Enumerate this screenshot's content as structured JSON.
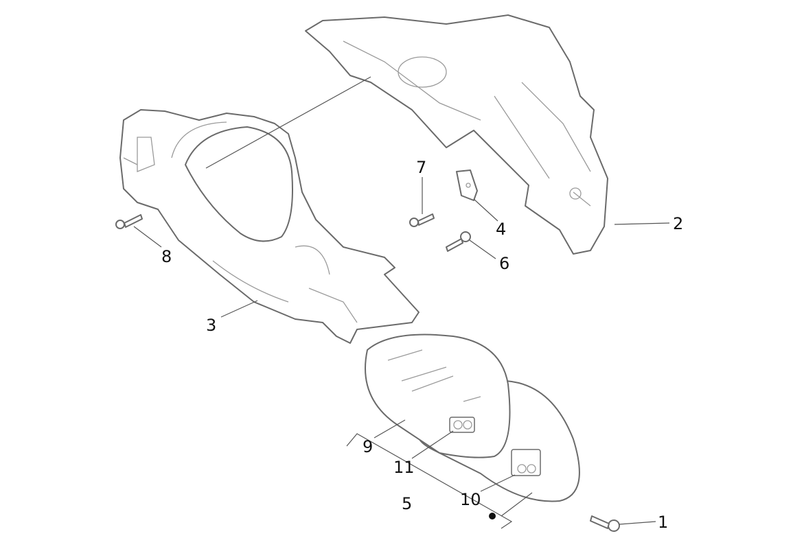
{
  "diagram": {
    "title": "Handlebar covers exploded parts diagram",
    "callouts": [
      {
        "id": "1",
        "label": "1"
      },
      {
        "id": "2",
        "label": "2"
      },
      {
        "id": "3",
        "label": "3"
      },
      {
        "id": "4",
        "label": "4"
      },
      {
        "id": "5",
        "label": "5"
      },
      {
        "id": "6",
        "label": "6"
      },
      {
        "id": "7",
        "label": "7"
      },
      {
        "id": "8",
        "label": "8"
      },
      {
        "id": "9",
        "label": "9"
      },
      {
        "id": "10",
        "label": "10"
      },
      {
        "id": "11",
        "label": "11"
      }
    ]
  }
}
